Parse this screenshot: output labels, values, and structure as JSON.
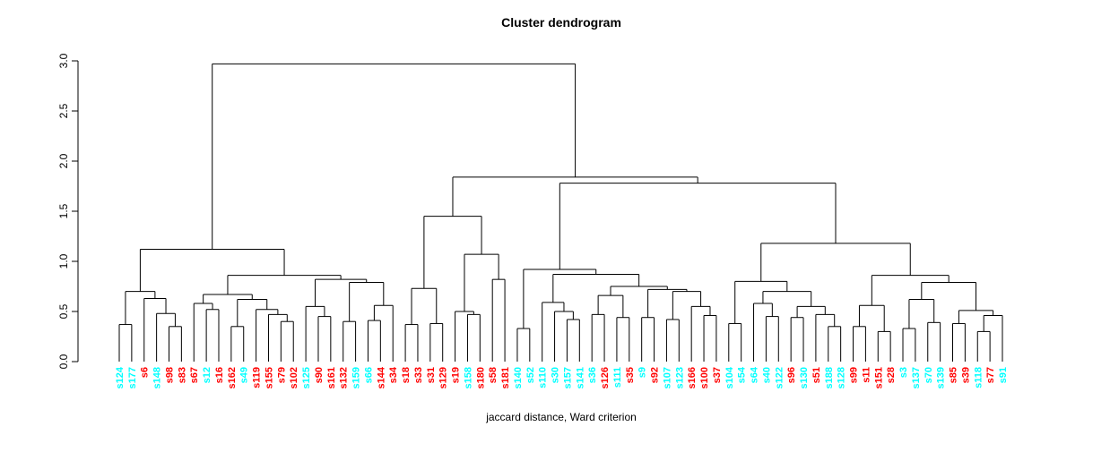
{
  "chart_data": {
    "type": "dendrogram",
    "title": "Cluster dendrogram",
    "xlabel": "jaccard distance, Ward criterion",
    "ylabel": "",
    "ylim": [
      0,
      3
    ],
    "y_ticks": [
      "0.0",
      "0.5",
      "1.0",
      "1.5",
      "2.0",
      "2.5",
      "3.0"
    ],
    "grid": false,
    "legend": "none",
    "leaf_color_meaning": {
      "red": "#FF0000",
      "cyan": "#00FFFF"
    },
    "leaves": [
      {
        "label": "s124",
        "color": "cyan"
      },
      {
        "label": "s177",
        "color": "cyan"
      },
      {
        "label": "s6",
        "color": "red"
      },
      {
        "label": "s148",
        "color": "cyan"
      },
      {
        "label": "s98",
        "color": "red"
      },
      {
        "label": "s83",
        "color": "red"
      },
      {
        "label": "s67",
        "color": "red"
      },
      {
        "label": "s12",
        "color": "cyan"
      },
      {
        "label": "s16",
        "color": "red"
      },
      {
        "label": "s162",
        "color": "red"
      },
      {
        "label": "s49",
        "color": "cyan"
      },
      {
        "label": "s119",
        "color": "red"
      },
      {
        "label": "s155",
        "color": "red"
      },
      {
        "label": "s79",
        "color": "red"
      },
      {
        "label": "s102",
        "color": "red"
      },
      {
        "label": "s125",
        "color": "cyan"
      },
      {
        "label": "s90",
        "color": "red"
      },
      {
        "label": "s161",
        "color": "red"
      },
      {
        "label": "s132",
        "color": "red"
      },
      {
        "label": "s159",
        "color": "cyan"
      },
      {
        "label": "s66",
        "color": "cyan"
      },
      {
        "label": "s144",
        "color": "red"
      },
      {
        "label": "s34",
        "color": "red"
      },
      {
        "label": "s18",
        "color": "red"
      },
      {
        "label": "s33",
        "color": "red"
      },
      {
        "label": "s31",
        "color": "red"
      },
      {
        "label": "s129",
        "color": "red"
      },
      {
        "label": "s19",
        "color": "red"
      },
      {
        "label": "s158",
        "color": "cyan"
      },
      {
        "label": "s180",
        "color": "red"
      },
      {
        "label": "s58",
        "color": "red"
      },
      {
        "label": "s181",
        "color": "red"
      },
      {
        "label": "s140",
        "color": "cyan"
      },
      {
        "label": "s52",
        "color": "cyan"
      },
      {
        "label": "s110",
        "color": "cyan"
      },
      {
        "label": "s30",
        "color": "cyan"
      },
      {
        "label": "s157",
        "color": "cyan"
      },
      {
        "label": "s141",
        "color": "cyan"
      },
      {
        "label": "s36",
        "color": "cyan"
      },
      {
        "label": "s126",
        "color": "red"
      },
      {
        "label": "s111",
        "color": "cyan"
      },
      {
        "label": "s35",
        "color": "red"
      },
      {
        "label": "s9",
        "color": "cyan"
      },
      {
        "label": "s92",
        "color": "red"
      },
      {
        "label": "s107",
        "color": "cyan"
      },
      {
        "label": "s123",
        "color": "cyan"
      },
      {
        "label": "s166",
        "color": "red"
      },
      {
        "label": "s100",
        "color": "red"
      },
      {
        "label": "s37",
        "color": "red"
      },
      {
        "label": "s104",
        "color": "cyan"
      },
      {
        "label": "s54",
        "color": "cyan"
      },
      {
        "label": "s64",
        "color": "cyan"
      },
      {
        "label": "s40",
        "color": "cyan"
      },
      {
        "label": "s122",
        "color": "cyan"
      },
      {
        "label": "s96",
        "color": "red"
      },
      {
        "label": "s130",
        "color": "cyan"
      },
      {
        "label": "s51",
        "color": "red"
      },
      {
        "label": "s188",
        "color": "cyan"
      },
      {
        "label": "s128",
        "color": "cyan"
      },
      {
        "label": "s99",
        "color": "red"
      },
      {
        "label": "s11",
        "color": "red"
      },
      {
        "label": "s151",
        "color": "red"
      },
      {
        "label": "s28",
        "color": "red"
      },
      {
        "label": "s3",
        "color": "cyan"
      },
      {
        "label": "s137",
        "color": "cyan"
      },
      {
        "label": "s70",
        "color": "cyan"
      },
      {
        "label": "s139",
        "color": "cyan"
      },
      {
        "label": "s85",
        "color": "red"
      },
      {
        "label": "s39",
        "color": "red"
      },
      {
        "label": "s118",
        "color": "cyan"
      },
      {
        "label": "s77",
        "color": "red"
      },
      {
        "label": "s91",
        "color": "cyan"
      }
    ],
    "tree": [
      2.97,
      [
        1.12,
        [
          0.7,
          [
            0.37,
            "s124",
            "s177"
          ],
          [
            0.63,
            "s6",
            [
              0.48,
              "s148",
              [
                0.35,
                "s98",
                "s83"
              ]
            ]
          ]
        ],
        [
          0.86,
          [
            0.67,
            [
              0.58,
              "s67",
              [
                0.52,
                "s12",
                "s16"
              ]
            ],
            [
              0.62,
              [
                0.35,
                "s162",
                "s49"
              ],
              [
                0.52,
                "s119",
                [
                  0.47,
                  "s155",
                  [
                    0.4,
                    "s79",
                    "s102"
                  ]
                ]
              ]
            ]
          ],
          [
            0.82,
            [
              0.55,
              "s125",
              [
                0.45,
                "s90",
                "s161"
              ]
            ],
            [
              0.79,
              [
                0.4,
                "s132",
                "s159"
              ],
              [
                0.56,
                [
                  0.41,
                  "s66",
                  "s144"
                ],
                "s34"
              ]
            ]
          ]
        ]
      ],
      [
        1.84,
        [
          1.45,
          [
            0.73,
            [
              0.37,
              "s18",
              "s33"
            ],
            [
              0.38,
              "s31",
              "s129"
            ]
          ],
          [
            1.07,
            [
              0.5,
              "s19",
              [
                0.47,
                "s158",
                "s180"
              ]
            ],
            [
              0.82,
              "s58",
              "s181"
            ]
          ]
        ],
        [
          1.78,
          [
            0.92,
            [
              0.33,
              "s140",
              "s52"
            ],
            [
              0.87,
              [
                0.59,
                "s110",
                [
                  0.5,
                  "s30",
                  [
                    0.42,
                    "s157",
                    "s141"
                  ]
                ]
              ],
              [
                0.75,
                [
                  0.66,
                  [
                    0.47,
                    "s36",
                    "s126"
                  ],
                  [
                    0.44,
                    "s111",
                    "s35"
                  ]
                ],
                [
                  0.72,
                  [
                    0.44,
                    "s9",
                    "s92"
                  ],
                  [
                    0.7,
                    [
                      0.42,
                      "s107",
                      "s123"
                    ],
                    [
                      0.55,
                      "s166",
                      [
                        0.46,
                        "s100",
                        "s37"
                      ]
                    ]
                  ]
                ]
              ]
            ]
          ],
          [
            1.18,
            [
              0.8,
              [
                0.38,
                "s104",
                "s54"
              ],
              [
                0.7,
                [
                  0.58,
                  "s64",
                  [
                    0.45,
                    "s40",
                    "s122"
                  ]
                ],
                [
                  0.55,
                  [
                    0.44,
                    "s96",
                    "s130"
                  ],
                  [
                    0.47,
                    "s51",
                    [
                      0.35,
                      "s188",
                      "s128"
                    ]
                  ]
                ]
              ]
            ],
            [
              0.86,
              [
                0.56,
                [
                  0.35,
                  "s99",
                  "s11"
                ],
                [
                  0.3,
                  "s151",
                  "s28"
                ]
              ],
              [
                0.79,
                [
                  0.62,
                  [
                    0.33,
                    "s3",
                    "s137"
                  ],
                  [
                    0.39,
                    "s70",
                    "s139"
                  ]
                ],
                [
                  0.51,
                  [
                    0.38,
                    "s85",
                    "s39"
                  ],
                  [
                    0.46,
                    [
                      0.3,
                      "s118",
                      "s77"
                    ],
                    "s91"
                  ]
                ]
              ]
            ]
          ]
        ]
      ]
    ]
  },
  "colors": {
    "background": "#FFFFFF",
    "line": "#000000",
    "axis": "#000000",
    "red": "#FF0000",
    "cyan": "#00FFFF"
  }
}
